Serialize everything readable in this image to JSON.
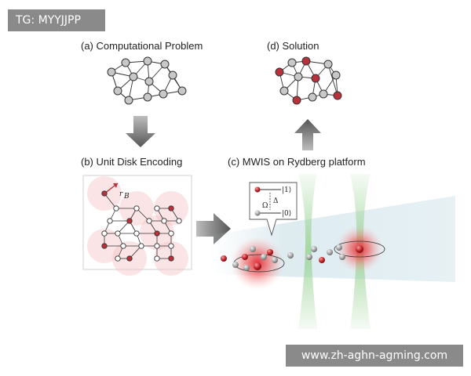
{
  "tag_label": "TG: MYYJJPP",
  "watermark_text": "www.zh-aghn-agming.com",
  "panels": {
    "a": "(a)  Computational Problem",
    "b": "(b)  Unit Disk Encoding",
    "c": "(c)  MWIS on Rydberg platform",
    "d": "(d)  Solution"
  },
  "encoding_radius_label": "r",
  "encoding_radius_sub": "B",
  "level_diagram": {
    "upper_state": "|1⟩",
    "lower_state": "|0⟩",
    "detuning": "Δ",
    "rabi": "Ω"
  },
  "colors": {
    "node_gray": "#c8c8c8",
    "node_red": "#b8323c",
    "laser_green": "#a6d7a0",
    "glow_red": "#e23a3a",
    "arrow_gray": "#666666"
  }
}
